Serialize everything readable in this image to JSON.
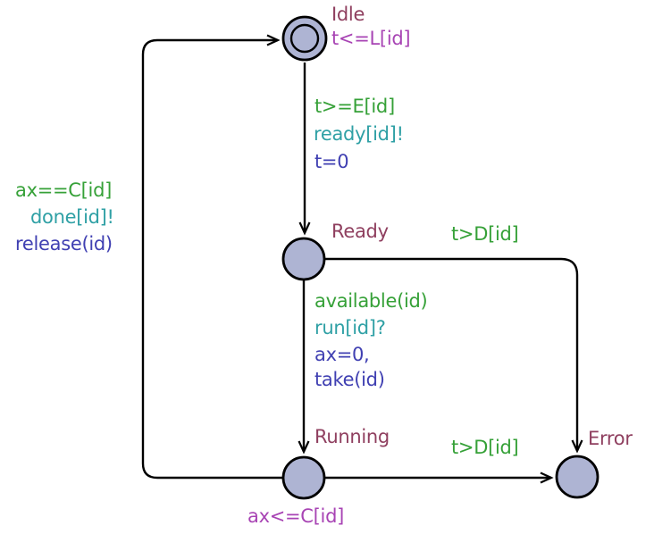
{
  "diagram": {
    "type": "uppaal-timed-automaton",
    "states": [
      {
        "name": "Idle",
        "invariant": "t<=L[id]",
        "initial": true
      },
      {
        "name": "Ready",
        "invariant": "",
        "initial": false
      },
      {
        "name": "Running",
        "invariant": "ax<=C[id]",
        "initial": false
      },
      {
        "name": "Error",
        "invariant": "",
        "initial": false
      }
    ],
    "transitions": [
      {
        "from": "Idle",
        "to": "Ready",
        "guard": "t>=E[id]",
        "sync": "ready[id]!",
        "update": "t=0"
      },
      {
        "from": "Ready",
        "to": "Running",
        "guard": "available(id)",
        "sync": "run[id]?",
        "updates": [
          "ax=0,",
          "take(id)"
        ]
      },
      {
        "from": "Ready",
        "to": "Error",
        "guard": "t>D[id]"
      },
      {
        "from": "Running",
        "to": "Error",
        "guard": "t>D[id]"
      },
      {
        "from": "Running",
        "to": "Idle",
        "guard": "ax==C[id]",
        "sync": "done[id]!",
        "update": "release(id)"
      }
    ]
  },
  "colors": {
    "state_name": "#8f3f5f",
    "invariant": "#a844b4",
    "guard": "#36a138",
    "sync": "#2fa0a5",
    "update": "#4040b2",
    "node_fill": "#aeb4d3",
    "edge": "#000000",
    "background": "#ffffff"
  }
}
